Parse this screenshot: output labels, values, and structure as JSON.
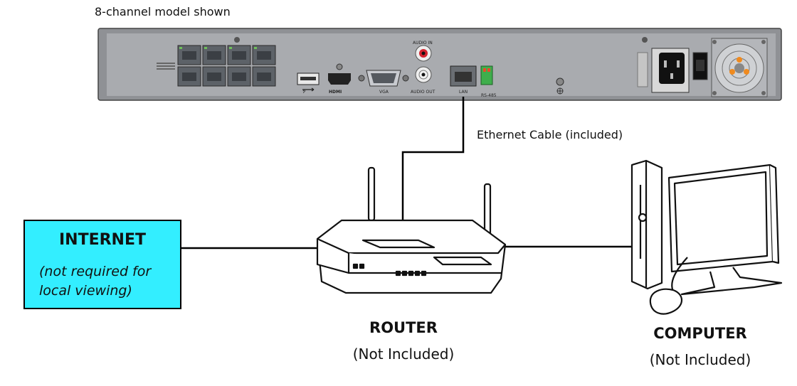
{
  "caption": "8-channel model shown",
  "nvr": {
    "ports": {
      "audio_in": "AUDIO IN",
      "audio_out": "AUDIO OUT",
      "vga": "VGA",
      "hdmi": "HDMI",
      "lan": "LAN",
      "rs485": "RS-485"
    }
  },
  "cable_label": "Ethernet Cable (included)",
  "internet": {
    "title": "INTERNET",
    "note": "(not required for local viewing)"
  },
  "router": {
    "title": "ROUTER",
    "subtitle": "(Not Included)"
  },
  "computer": {
    "title": "COMPUTER",
    "subtitle": "(Not Included)"
  },
  "colors": {
    "internet_box": "#33eeff",
    "nvr_panel": "#a7a9ad",
    "line": "#000000"
  }
}
